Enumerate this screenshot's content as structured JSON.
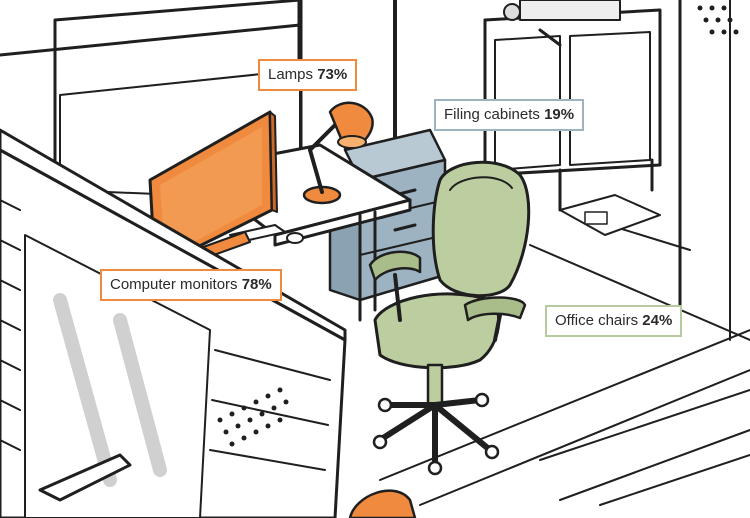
{
  "colors": {
    "orange": "#ef8a3e",
    "blue_gray": "#9db3c2",
    "sage_green": "#bccd9f",
    "ink": "#1f1f1f",
    "light_gray": "#d8d8d8"
  },
  "labels": {
    "lamps": {
      "name": "Lamps",
      "percent": "73%",
      "color": "orange"
    },
    "filing": {
      "name": "Filing cabinets",
      "percent": "19%",
      "color": "blue_gray"
    },
    "monitors": {
      "name": "Computer monitors",
      "percent": "78%",
      "color": "orange"
    },
    "chairs": {
      "name": "Office chairs",
      "percent": "24%",
      "color": "sage_green"
    }
  }
}
